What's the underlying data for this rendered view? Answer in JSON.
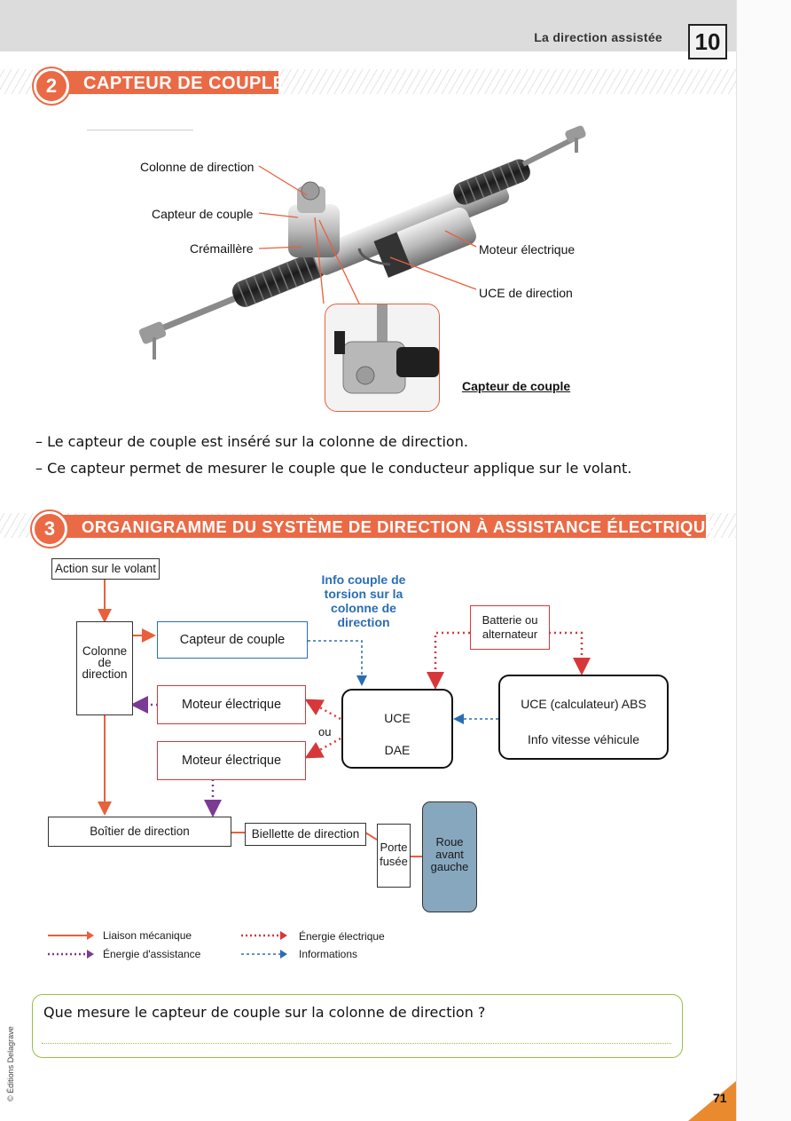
{
  "header": {
    "running_title": "La direction assistée",
    "chapter": "10"
  },
  "section2": {
    "number": "2",
    "title": "CAPTEUR DE COUPLE",
    "labels": {
      "colonne": "Colonne de direction",
      "capteur": "Capteur de couple",
      "cremaillere": "Crémaillère",
      "moteur": "Moteur électrique",
      "uce": "UCE de direction",
      "inset_caption": "Capteur de couple"
    },
    "bullets": [
      "– Le capteur de couple est inséré sur la colonne de direction.",
      "– Ce capteur permet de mesurer le couple que le conducteur applique sur le volant."
    ]
  },
  "section3": {
    "number": "3",
    "title": "ORGANIGRAMME DU SYSTÈME DE DIRECTION À ASSISTANCE ÉLECTRIQUE",
    "flow": {
      "action": "Action sur le volant",
      "colonne": "Colonne de direction",
      "capteur": "Capteur de couple",
      "moteur1": "Moteur électrique",
      "moteur2": "Moteur électrique",
      "ou": "ou",
      "info_couple": "Info couple de torsion sur la colonne de direction",
      "batterie": "Batterie ou alternateur",
      "uce_line1": "UCE",
      "uce_line2": "DAE",
      "abs_line1": "UCE (calculateur) ABS",
      "abs_line2": "Info vitesse véhicule",
      "boitier": "Boîtier de direction",
      "biellette": "Biellette de direction",
      "porte": "Porte fusée",
      "roue": "Roue avant gauche"
    },
    "legend": {
      "mecanique": "Liaison mécanique",
      "assistance": "Énergie d'assistance",
      "electrique": "Énergie électrique",
      "informations": "Informations"
    },
    "colors": {
      "mechanical": "#e8603c",
      "assistance": "#7b3a93",
      "electrical": "#d8373a",
      "information": "#2a6db5"
    }
  },
  "question": {
    "text": "Que mesure le capteur de couple sur la colonne de direction ?"
  },
  "footer": {
    "copyright": "© Éditions Delagrave",
    "page": "71"
  }
}
